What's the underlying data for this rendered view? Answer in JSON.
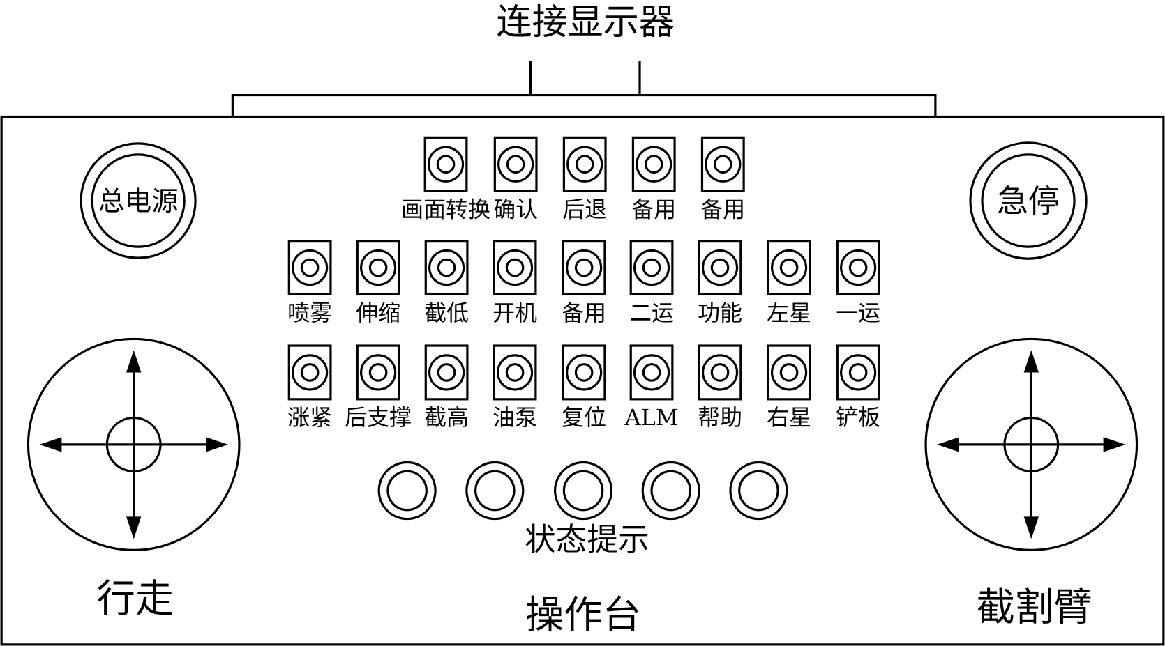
{
  "title": "连接显示器",
  "panel_label": "操作台",
  "power_button": "总电源",
  "estop_button": "急停",
  "status_label": "状态提示",
  "status_light_count": 5,
  "left_joystick": "行走",
  "right_joystick": "截割臂",
  "rows": [
    [
      "画面转换",
      "确认",
      "后退",
      "备用",
      "备用"
    ],
    [
      "喷雾",
      "伸缩",
      "截低",
      "开机",
      "备用",
      "二运",
      "功能",
      "左星",
      "一运"
    ],
    [
      "涨紧",
      "后支撑",
      "截高",
      "油泵",
      "复位",
      "ALM",
      "帮助",
      "右星",
      "铲板"
    ]
  ],
  "colors": {
    "stroke": "#000000",
    "background": "#ffffff"
  }
}
